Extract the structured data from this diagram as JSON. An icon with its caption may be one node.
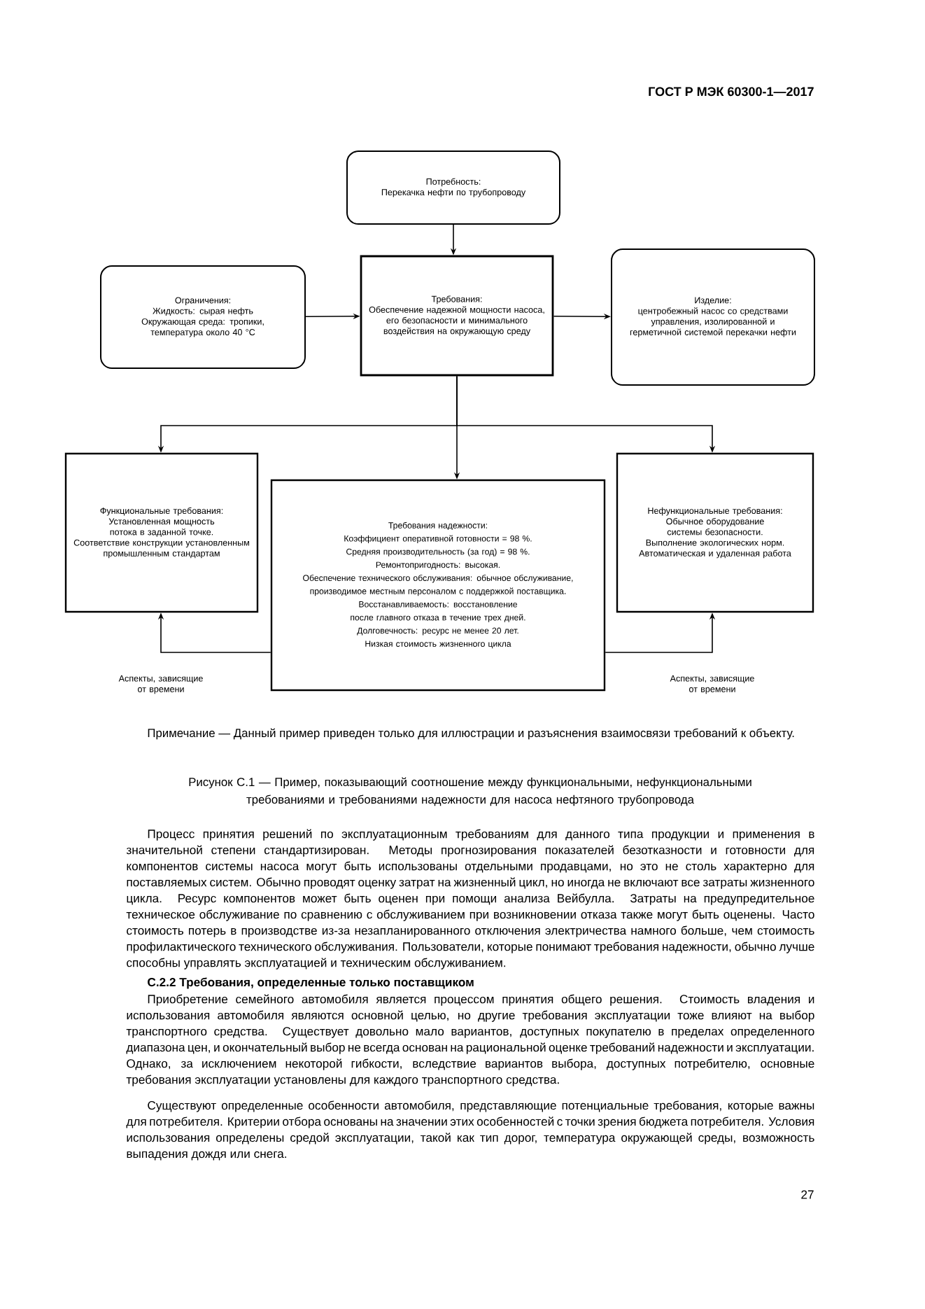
{
  "diagram": {
    "caption": "Рисунок С.1 — Пример, показывающий соотношение между функциональными, нефункциональными требованиями и требованиями надежности для насоса нефтяного трубопровода",
    "nodes": [
      {
        "text": [
          "Потребность:",
          "Перекачка нефти по трубопроводу"
        ]
      },
      {
        "text": [
          "Требования:",
          "Обеспечение надежной мощности насоса, его безопасности и минимального воздействия на окружающую среду"
        ]
      },
      {
        "text": [
          "Ограничения:",
          "Жидкость: сырая нефть",
          "Окружающая среда: тропики, температура около 40 °С"
        ]
      },
      {
        "text": [
          "Изделие:",
          "центробежный насос со средствами управления, изолированной и герметичной системой перекачки нефти"
        ]
      },
      {
        "text": [
          "Функциональные требования:",
          "Установленная мощность потока в заданной точке.",
          "Соответствие конструкции установленным промышленным стандартам"
        ]
      },
      {
        "text": [
          "Требования надежности:",
          "Коэффициент оперативной готовности = 98 %.",
          "Средняя производительность (за год) = 98 %.",
          "Ремонтопригодность: высокая.",
          "Обеспечение технического обслуживания: обычное обслуживание, производимое местным персоналом с поддержкой поставщика.",
          "Восстанавливаемость: восстановление после главного отказа в течение трех дней.",
          "Долговечность: ресурс не менее 20 лет.",
          "Низкая стоимость жизненного цикла"
        ]
      },
      {
        "text": [
          "Нефункциональные требования:",
          "Обычное оборудование системы безопасности.",
          "Выполнение экологических норм.",
          "Автоматическая и удаленная работа"
        ]
      }
    ],
    "edges": [
      {
        "from": 0,
        "to": 1,
        "arrow": "to"
      },
      {
        "from": 2,
        "to": 1,
        "arrow": "to"
      },
      {
        "from": 1,
        "to": 3,
        "arrow": "to"
      },
      {
        "from": 1,
        "to": 4,
        "arrow": "to"
      },
      {
        "from": 1,
        "to": 5,
        "arrow": "to"
      },
      {
        "from": 1,
        "to": 6,
        "arrow": "to"
      },
      {
        "from": 5,
        "to": 4,
        "arrow": "to",
        "label": "Аспекты, зависящие от времени"
      },
      {
        "from": 5,
        "to": 6,
        "arrow": "to",
        "label": "Аспекты, зависящие от времени"
      }
    ],
    "labels": [
      "ГОСТ Р МЭК 60300-1—2017",
      "Примечание — Данный пример приведен только для иллюстрации и разъяснения взаимосвязи требований к объекту.",
      "Процесс принятия решений по эксплуатационным требованиям для данного типа продукции и применения в значительной степени стандартизирован. Методы прогнозирования показателей безотказности и готовности для компонентов системы насоса могут быть использованы отдельными продавцами, но это не столь характерно для поставляемых систем. Обычно проводят оценку затрат на жизненный цикл, но иногда не включают все затраты жизненного цикла. Ресурс компонентов может быть оценен при помощи анализа Вейбулла. Затраты на предупредительное техническое обслуживание по сравнению с обслуживанием при возникновении отказа также могут быть оценены. Часто стоимость потерь в производстве из-за незапланированного отключения электричества намного больше, чем стоимость профилактического технического обслуживания. Пользователи, которые понимают требования надежности, обычно лучше способны управлять эксплуатацией и техническим обслуживанием.",
      "С.2.2 Требования, определенные только поставщиком",
      "Приобретение семейного автомобиля является процессом принятия общего решения. Стоимость владения и использования автомобиля являются основной целью, но другие требования эксплуатации тоже влияют на выбор транспортного средства. Существует довольно мало вариантов, доступных покупателю в пределах определенного диапазона цен, и окончательный выбор не всегда основан на рациональной оценке требований надежности и эксплуатации. Однако, за исключением некоторой гибкости, вследствие вариантов выбора, доступных потребителю, основные требования эксплуатации установлены для каждого транспортного средства.",
      "Существуют определенные особенности автомобиля, представляющие потенциальные требования, которые важны для потребителя. Критерии отбора основаны на значении этих особенностей с точки зрения бюджета потребителя. Условия использования определены средой эксплуатации, такой как тип дорог, температура окружающей среды, возможность выпадения дождя или снега.",
      "27"
    ]
  }
}
